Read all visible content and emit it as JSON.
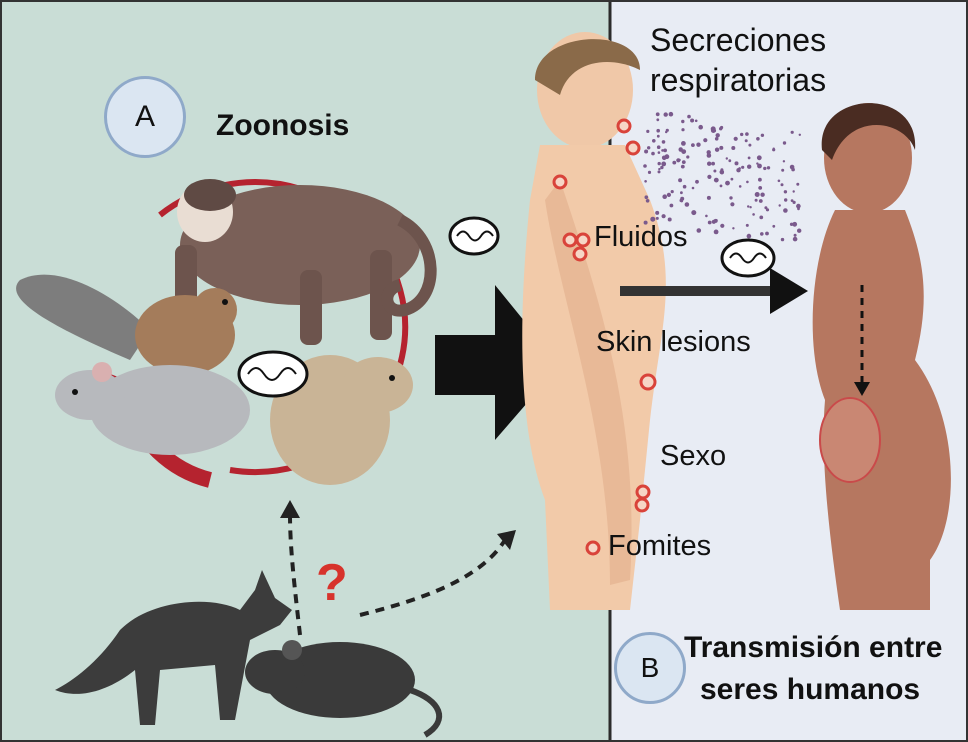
{
  "panel_a": {
    "badge": "A",
    "title": "Zoonosis",
    "question": "?"
  },
  "labels": {
    "secreciones": "Secreciones",
    "respiratorias": "respiratorias",
    "fluidos": "Fluidos",
    "skin_lesions": "Skin lesions",
    "sexo": "Sexo",
    "fomites": "Fomites"
  },
  "panel_b": {
    "badge": "B",
    "title_line1": "Transmisión entre",
    "title_line2": "seres humanos"
  },
  "colors": {
    "panel_a_bg": "#c9ddd6",
    "panel_b_bg": "#e8ecf4",
    "lesion": "#d9433a",
    "cycle_red": "#b5232f",
    "question_red": "#d7332c"
  }
}
